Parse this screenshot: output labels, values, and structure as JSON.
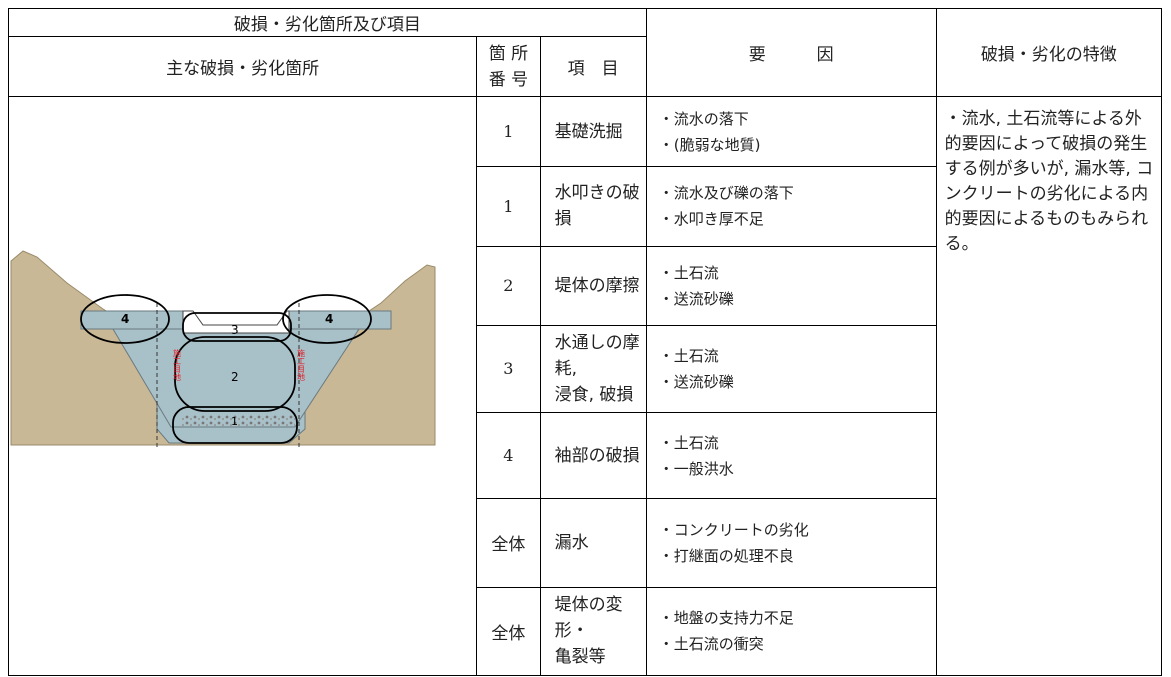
{
  "header": {
    "group_title": "破損・劣化箇所及び項目",
    "location_col": "主な破損・劣化箇所",
    "number_col_line1": "箇 所",
    "number_col_line2": "番 号",
    "item_col": "項　目",
    "cause_col": "要　　　因",
    "feature_col": "破損・劣化の特徴"
  },
  "rows": [
    {
      "number": "1",
      "item_lines": [
        "基礎洗掘"
      ],
      "causes": [
        "・流水の落下",
        "・(脆弱な地質)"
      ]
    },
    {
      "number": "1",
      "item_lines": [
        "水叩きの破損"
      ],
      "causes": [
        "・流水及び礫の落下",
        "・水叩き厚不足"
      ]
    },
    {
      "number": "2",
      "item_lines": [
        "堤体の摩擦"
      ],
      "causes": [
        "・土石流",
        "・送流砂礫"
      ]
    },
    {
      "number": "3",
      "item_lines": [
        "水通しの摩耗,",
        "浸食, 破損"
      ],
      "causes": [
        "・土石流",
        "・送流砂礫"
      ]
    },
    {
      "number": "4",
      "item_lines": [
        "袖部の破損"
      ],
      "causes": [
        "・土石流",
        "・一般洪水"
      ]
    },
    {
      "number": "全体",
      "item_lines": [
        "漏水"
      ],
      "causes": [
        "・コンクリートの劣化",
        "・打継面の処理不良"
      ]
    },
    {
      "number": "全体",
      "item_lines": [
        "堤体の変形・",
        "亀裂等"
      ],
      "causes": [
        "・地盤の支持力不足",
        "・土石流の衝突"
      ]
    }
  ],
  "feature_text": "・流水, 土石流等による外的要因によって破損の発生する例が多いが, 漏水等, コンクリートの劣化による内的要因によるものもみられる。",
  "figure": {
    "labels": {
      "n1": "1",
      "n2": "2",
      "n3": "3",
      "n4_left": "4",
      "n4_right": "4"
    },
    "joint_label": "施工目地",
    "colors": {
      "ground": "#c8b896",
      "dam": "#a8c0c8",
      "joint": "#e0202a"
    }
  }
}
